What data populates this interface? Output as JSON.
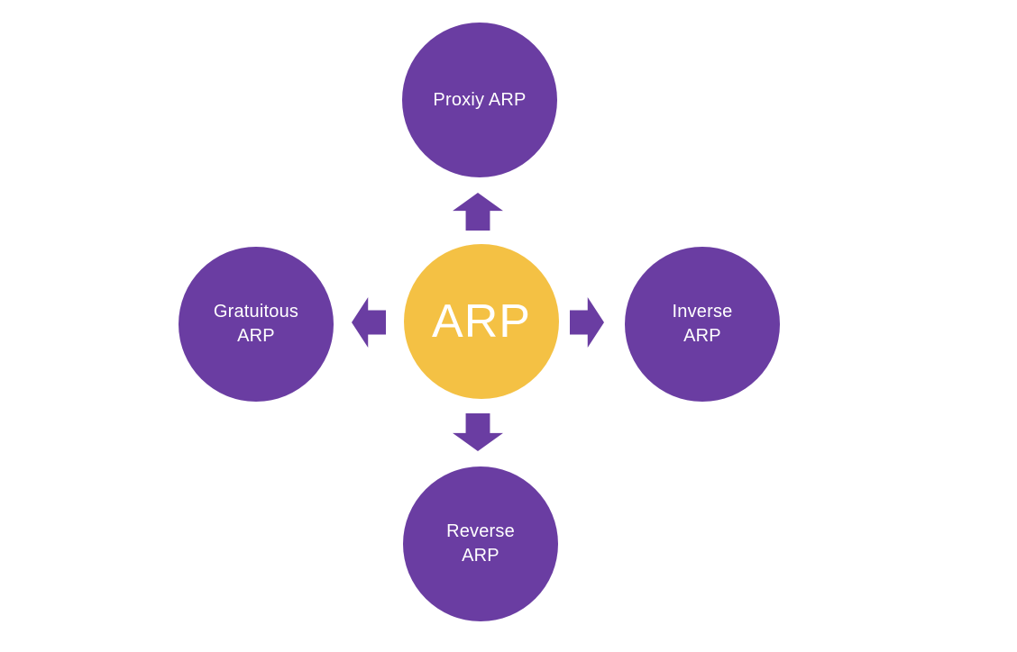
{
  "diagram": {
    "type": "radial-spoke",
    "background_color": "#FFFFFF",
    "palette": {
      "satellite_fill": "#6A3DA2",
      "center_fill": "#F4C144",
      "arrow_fill": "#6A3DA2",
      "label_color": "#FFFFFF"
    },
    "center_node": {
      "label": "ARP"
    },
    "satellite_nodes": [
      {
        "position": "top",
        "label": "Proxiy ARP"
      },
      {
        "position": "left",
        "label": "Gratuitous\nARP"
      },
      {
        "position": "right",
        "label": "Inverse\nARP"
      },
      {
        "position": "bottom",
        "label": "Reverse\nARP"
      }
    ],
    "arrows": [
      {
        "direction": "up"
      },
      {
        "direction": "left"
      },
      {
        "direction": "right"
      },
      {
        "direction": "down"
      }
    ]
  }
}
